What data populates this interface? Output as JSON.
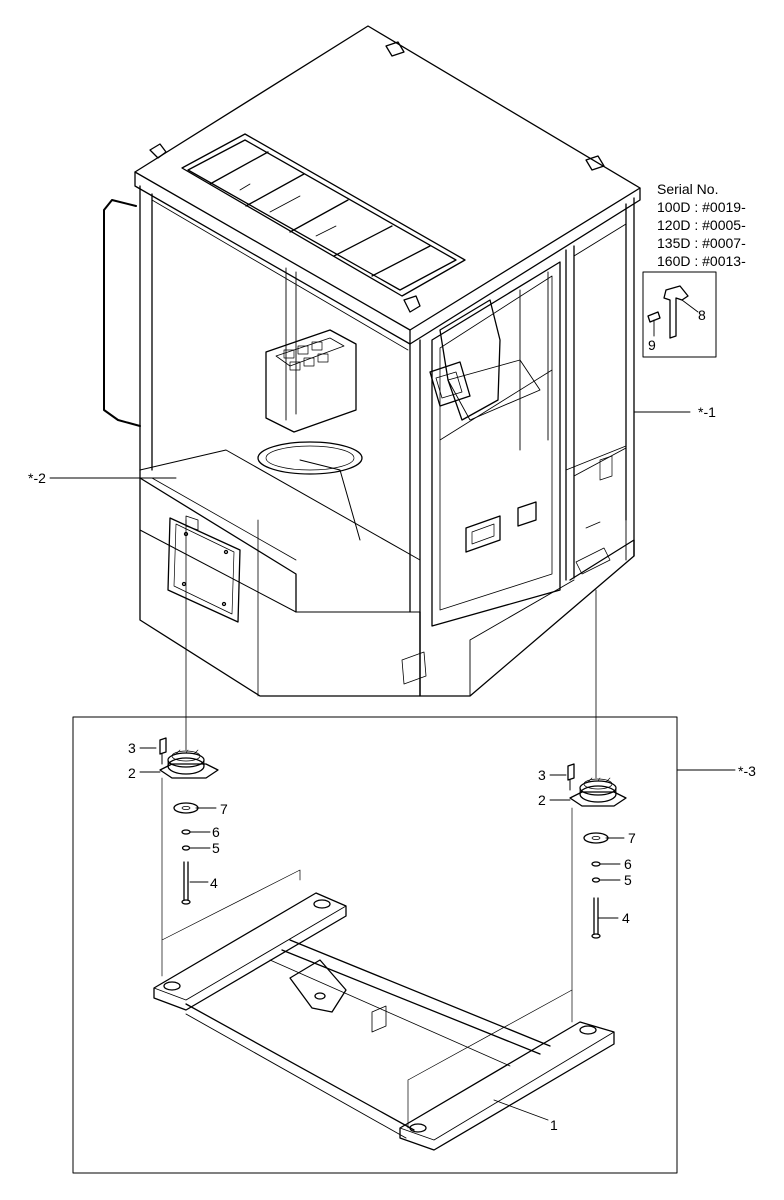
{
  "serial": {
    "title": "Serial No.",
    "lines": [
      "100D : #0019-",
      "120D : #0005-",
      "135D : #0007-",
      "160D : #0013-"
    ]
  },
  "callouts": {
    "cab_assy": "*-1",
    "cab_panel": "*-2",
    "mount_assy": "*-3",
    "frame": "1",
    "mount_left": "2",
    "bolt_left": "3",
    "long_bolt_left": "4",
    "nut_left": "5",
    "washer_left": "6",
    "plate_left": "7",
    "mount_right": "2",
    "bolt_right": "3",
    "long_bolt_right": "4",
    "nut_right": "5",
    "washer_right": "6",
    "plate_right": "7",
    "latch": "8",
    "screw": "9"
  }
}
